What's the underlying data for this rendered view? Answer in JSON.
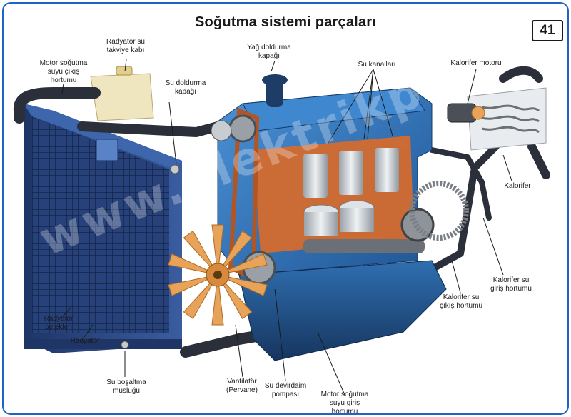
{
  "title": "Soğutma sistemi parçaları",
  "page_number": "41",
  "labels": {
    "radyator_su_takviye_kabi": "Radyatör su\ntakviye kabı",
    "motor_sogutma_suyu_cikis_hortumu": "Motor soğutma\nsuyu çıkış\nhortumu",
    "su_doldurma_kapagi": "Su doldurma\nkapağı",
    "yag_doldurma_kapagi": "Yağ doldurma\nkapağı",
    "su_kanallari": "Su kanalları",
    "kalorifer_motoru": "Kalorifer motoru",
    "kalorifer": "Kalorifer",
    "kalorifer_su_giris_hortumu": "Kalorifer su\ngiriş hortumu",
    "kalorifer_su_cikis_hortumu": "Kalorifer su\nçıkış hortumu",
    "radyator_petekleri": "Radyatör\npetekleri",
    "radyator": "Radyatör",
    "su_bosaltma_muslugu": "Su boşaltma\nmusluğu",
    "vantilator": "Vantilatör\n(Pervane)",
    "su_devirdaim_pompasi": "Su devirdaim\npompası",
    "motor_sogutma_suyu_giris_hortumu": "Motor soğutma\nsuyu giriş\nhortumu"
  },
  "colors": {
    "frame": "#1f63c7",
    "engine_blue": "#2f6fb0",
    "radiator_blue": "#2c4a86",
    "hose": "#2a2f3a",
    "piston": "#c8cdd2",
    "cutaway": "#d86a2a",
    "fan": "#e7a35a"
  }
}
